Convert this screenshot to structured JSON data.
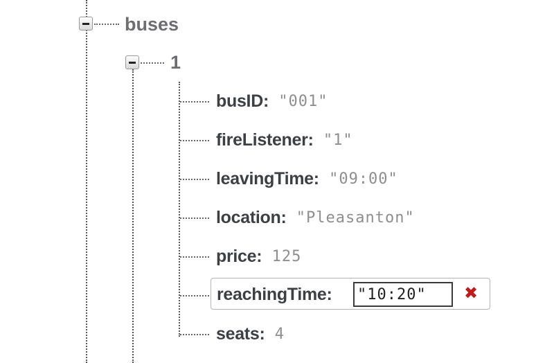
{
  "tree": {
    "root": {
      "label": "buses"
    },
    "child": {
      "label": "1"
    },
    "fields": [
      {
        "key": "busID",
        "value": "\"001\""
      },
      {
        "key": "fireListener",
        "value": "\"1\""
      },
      {
        "key": "leavingTime",
        "value": "\"09:00\""
      },
      {
        "key": "location",
        "value": "\"Pleasanton\""
      },
      {
        "key": "price",
        "value": "125"
      },
      {
        "key": "reachingTime",
        "value": "\"10:20\""
      },
      {
        "key": "seats",
        "value": "4"
      }
    ],
    "colon": ":",
    "delete_glyph": "✖"
  },
  "colors": {
    "delete": "#c21a1a",
    "key_text": "#3c3f44",
    "value_text": "#8e8e8e"
  }
}
